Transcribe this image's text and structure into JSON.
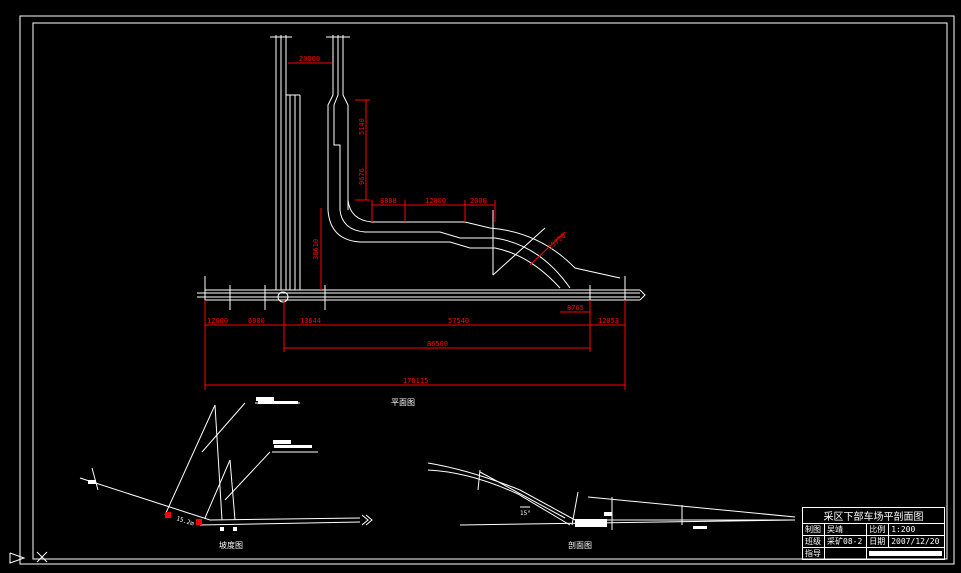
{
  "dimensions": {
    "top": [
      "20000"
    ],
    "right_vertical": [
      "5140",
      "9676"
    ],
    "middle_horizontal": [
      "8088",
      "12000",
      "2000"
    ],
    "incline": "15720",
    "left_vertical": "38610",
    "bottom_row": [
      "12000",
      "6000",
      "13644",
      "57540",
      "8765",
      "12053"
    ],
    "total_mid": "86500",
    "total_all": "170115"
  },
  "labels": {
    "plan_caption": "平面图",
    "slope_caption": "坡度图",
    "section_caption": "剖面图",
    "slope_angle": "15°",
    "slope_len": "15.2m"
  },
  "title_block": {
    "title": "采区下部车场平剖面图",
    "row1": [
      "制图",
      "吴靖",
      "比例",
      "1:200"
    ],
    "row2": [
      "班级",
      "采矿08-2",
      "日期",
      "2007/12/20"
    ],
    "row3": [
      "指导",
      ""
    ]
  },
  "colors": {
    "line": "#ffffff",
    "dimension": "#ff0000",
    "background": "#000000"
  }
}
